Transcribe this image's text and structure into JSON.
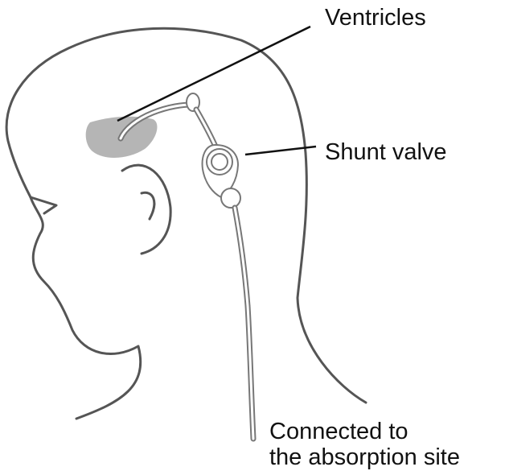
{
  "labels": {
    "ventricles": "Ventricles",
    "shunt_valve": "Shunt valve",
    "connected_line1": "Connected to",
    "connected_line2": "the absorption site"
  },
  "colors": {
    "outline": "#555555",
    "ventricle_fill": "#b5b5b5",
    "leader_line": "#111111",
    "background": "#ffffff"
  }
}
